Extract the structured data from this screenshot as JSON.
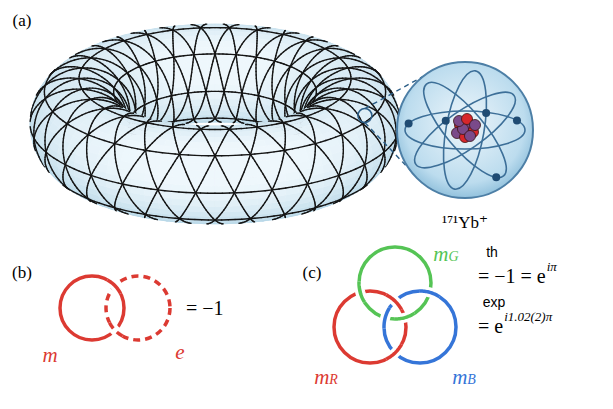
{
  "diagram": {
    "labels": [
      "(a)",
      "¹⁷¹Yb⁺",
      "(b)",
      "m",
      "e",
      "= −1",
      "(c)",
      "mG",
      "mR",
      "mB",
      "th",
      "= −1 = e",
      "iπ",
      "exp",
      "= e",
      "i1.02(2)π"
    ]
  }
}
